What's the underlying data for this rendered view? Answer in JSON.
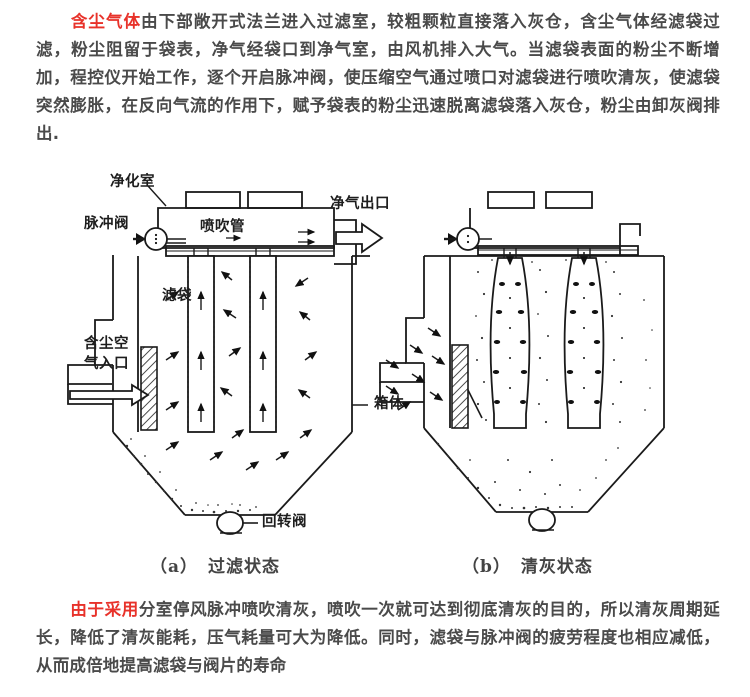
{
  "top_paragraph": {
    "highlight": "含尘气体",
    "rest": "由下部敞开式法兰进入过滤室，较粗颗粒直接落入灰仓，含尘气体经滤袋过滤，粉尘阻留于袋表，净气经袋口到净气室，由风机排入大气。当滤袋表面的粉尘不断增加，程控仪开始工作，逐个开启脉冲阀，使压缩空气通过喷口对滤袋进行喷吹清灰，使滤袋突然膨胀，在反向气流的作用下，赋予袋表的粉尘迅速脱离滤袋落入灰仓，粉尘由卸灰阀排出."
  },
  "bottom_paragraph": {
    "highlight": "由于采用",
    "rest": "分室停风脉冲喷吹清灰，喷吹一次就可达到彻底清灰的目的，所以清灰周期延长，降低了清灰能耗，压气耗量可大为降低。同时，滤袋与脉冲阀的疲劳程度也相应减低，从而成倍地提高滤袋与阀片的寿命"
  },
  "colors": {
    "highlight_red": "#e8322a",
    "body_text": "#4a4a4a",
    "line": "#1a1a1a",
    "background": "#ffffff"
  },
  "figure": {
    "diagram_a": {
      "labels": {
        "clean_chamber": "净化室",
        "pulse_valve": "脉冲阀",
        "blow_pipe": "喷吹管",
        "clean_gas_outlet": "净气出口",
        "filter_bag": "滤袋",
        "dusty_air_inlet_line1": "含尘空",
        "dusty_air_inlet_line2": "气入口",
        "casing": "箱体",
        "rotary_valve": "回转阀"
      }
    },
    "diagram_b": {
      "labels": {}
    },
    "caption_a": {
      "letter": "（a）",
      "text": "过滤状态"
    },
    "caption_b": {
      "letter": "（b）",
      "text": "清灰状态"
    }
  }
}
